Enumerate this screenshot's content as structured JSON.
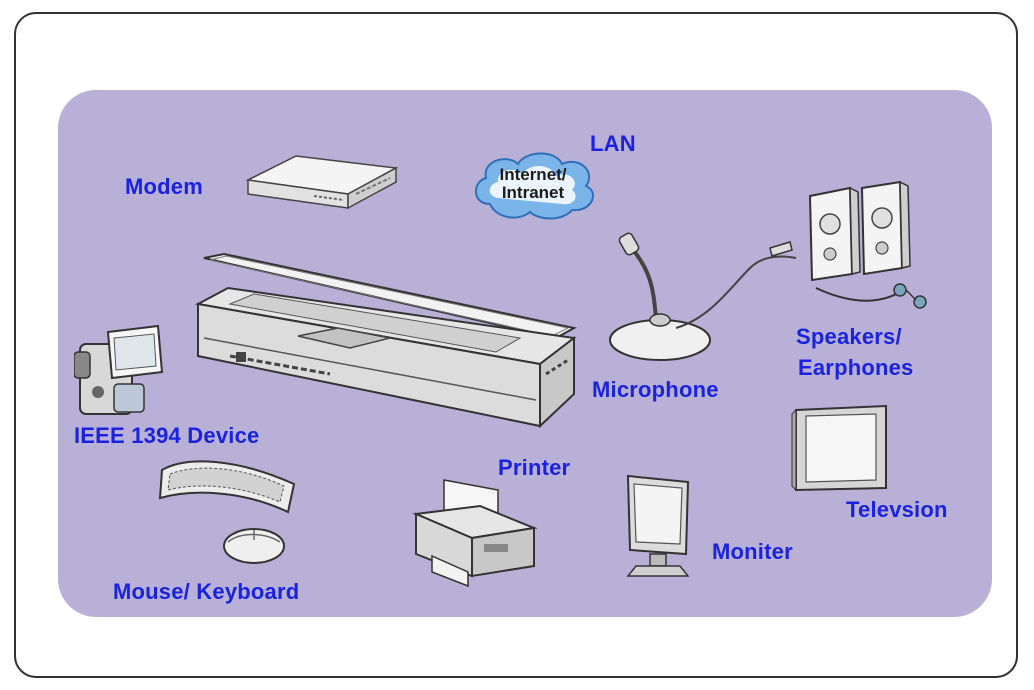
{
  "diagram": {
    "labels": {
      "lan": "LAN",
      "modem": "Modem",
      "speakers": "Speakers/",
      "earphones": "Earphones",
      "microphone": "Microphone",
      "ieee": "IEEE 1394 Device",
      "printer": "Printer",
      "television": "Televsion",
      "monitor": "Moniter",
      "mouse_keyboard": "Mouse/ Keyboard"
    },
    "cloud": {
      "line1": "Internet/",
      "line2": "Intranet"
    },
    "colors": {
      "panel": "#b9b0d8",
      "label": "#1a22e0",
      "cloud": "#7ab4e8"
    }
  }
}
